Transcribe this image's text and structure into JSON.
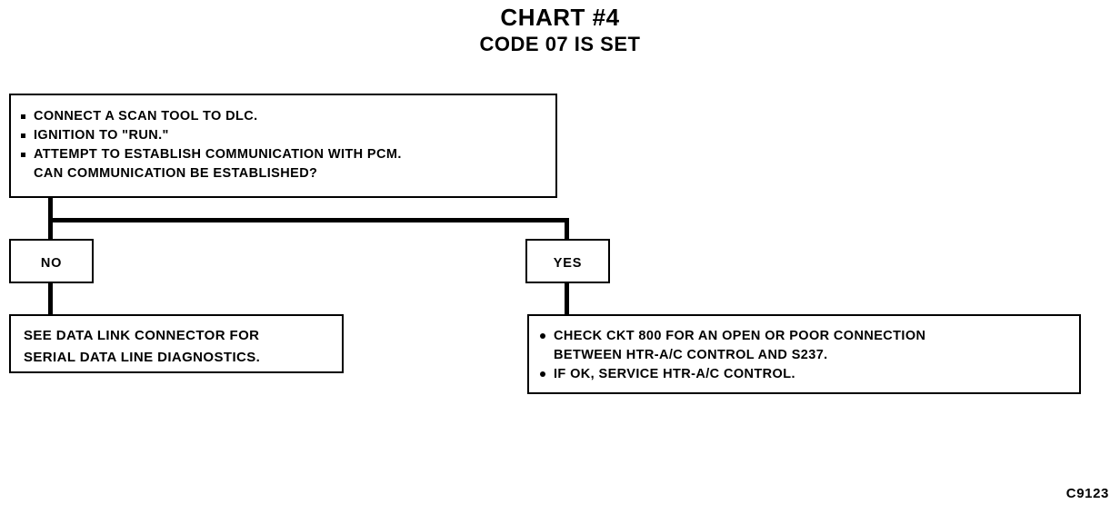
{
  "header": {
    "title": "CHART #4",
    "subtitle": "CODE 07 IS SET"
  },
  "top_box": {
    "lines": [
      "CONNECT A SCAN TOOL TO DLC.",
      "IGNITION TO \"RUN.\"",
      "ATTEMPT TO ESTABLISH COMMUNICATION WITH PCM.",
      "CAN COMMUNICATION BE ESTABLISHED?"
    ]
  },
  "branches": {
    "no_label": "NO",
    "yes_label": "YES"
  },
  "no_box": {
    "lines": [
      "SEE DATA LINK CONNECTOR FOR",
      "SERIAL DATA LINE DIAGNOSTICS."
    ]
  },
  "yes_box": {
    "lines": [
      "CHECK CKT 800 FOR AN OPEN OR POOR CONNECTION",
      "BETWEEN HTR-A/C CONTROL AND S237.",
      "IF OK, SERVICE HTR-A/C CONTROL."
    ]
  },
  "footer": {
    "code": "C9123"
  },
  "colors": {
    "ink": "#000000",
    "paper": "#ffffff"
  }
}
